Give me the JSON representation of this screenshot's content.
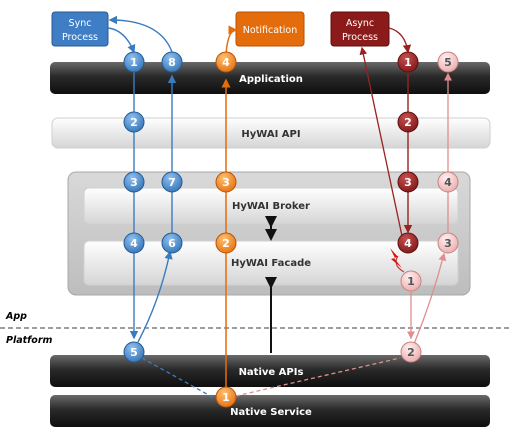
{
  "boxes": {
    "sync": "Sync\nProcess",
    "notification": "Notification",
    "async": "Async\nProcess"
  },
  "bars": {
    "application": "Application",
    "hywai_api": "HyWAI API",
    "hywai_broker": "HyWAI Broker",
    "hywai_facade": "HyWAI Facade",
    "native_apis": "Native APIs",
    "native_service": "Native Service"
  },
  "side_labels": {
    "app": "App",
    "platform": "Platform"
  },
  "colors": {
    "sync_blue": "#2f6fb3",
    "notification_orange": "#e46c0a",
    "async_red": "#8b1a1a",
    "async_pink": "#e8a7a7",
    "bar_dark": "#1f1f1f"
  },
  "steps": {
    "sync_down": [
      "1",
      "2",
      "3",
      "4",
      "5"
    ],
    "sync_up": [
      "6",
      "7",
      "8"
    ],
    "notification": [
      "1",
      "2",
      "3",
      "4"
    ],
    "async_down": [
      "1",
      "2",
      "3",
      "4"
    ],
    "async_pink": [
      "1",
      "2",
      "3",
      "4",
      "5"
    ]
  }
}
